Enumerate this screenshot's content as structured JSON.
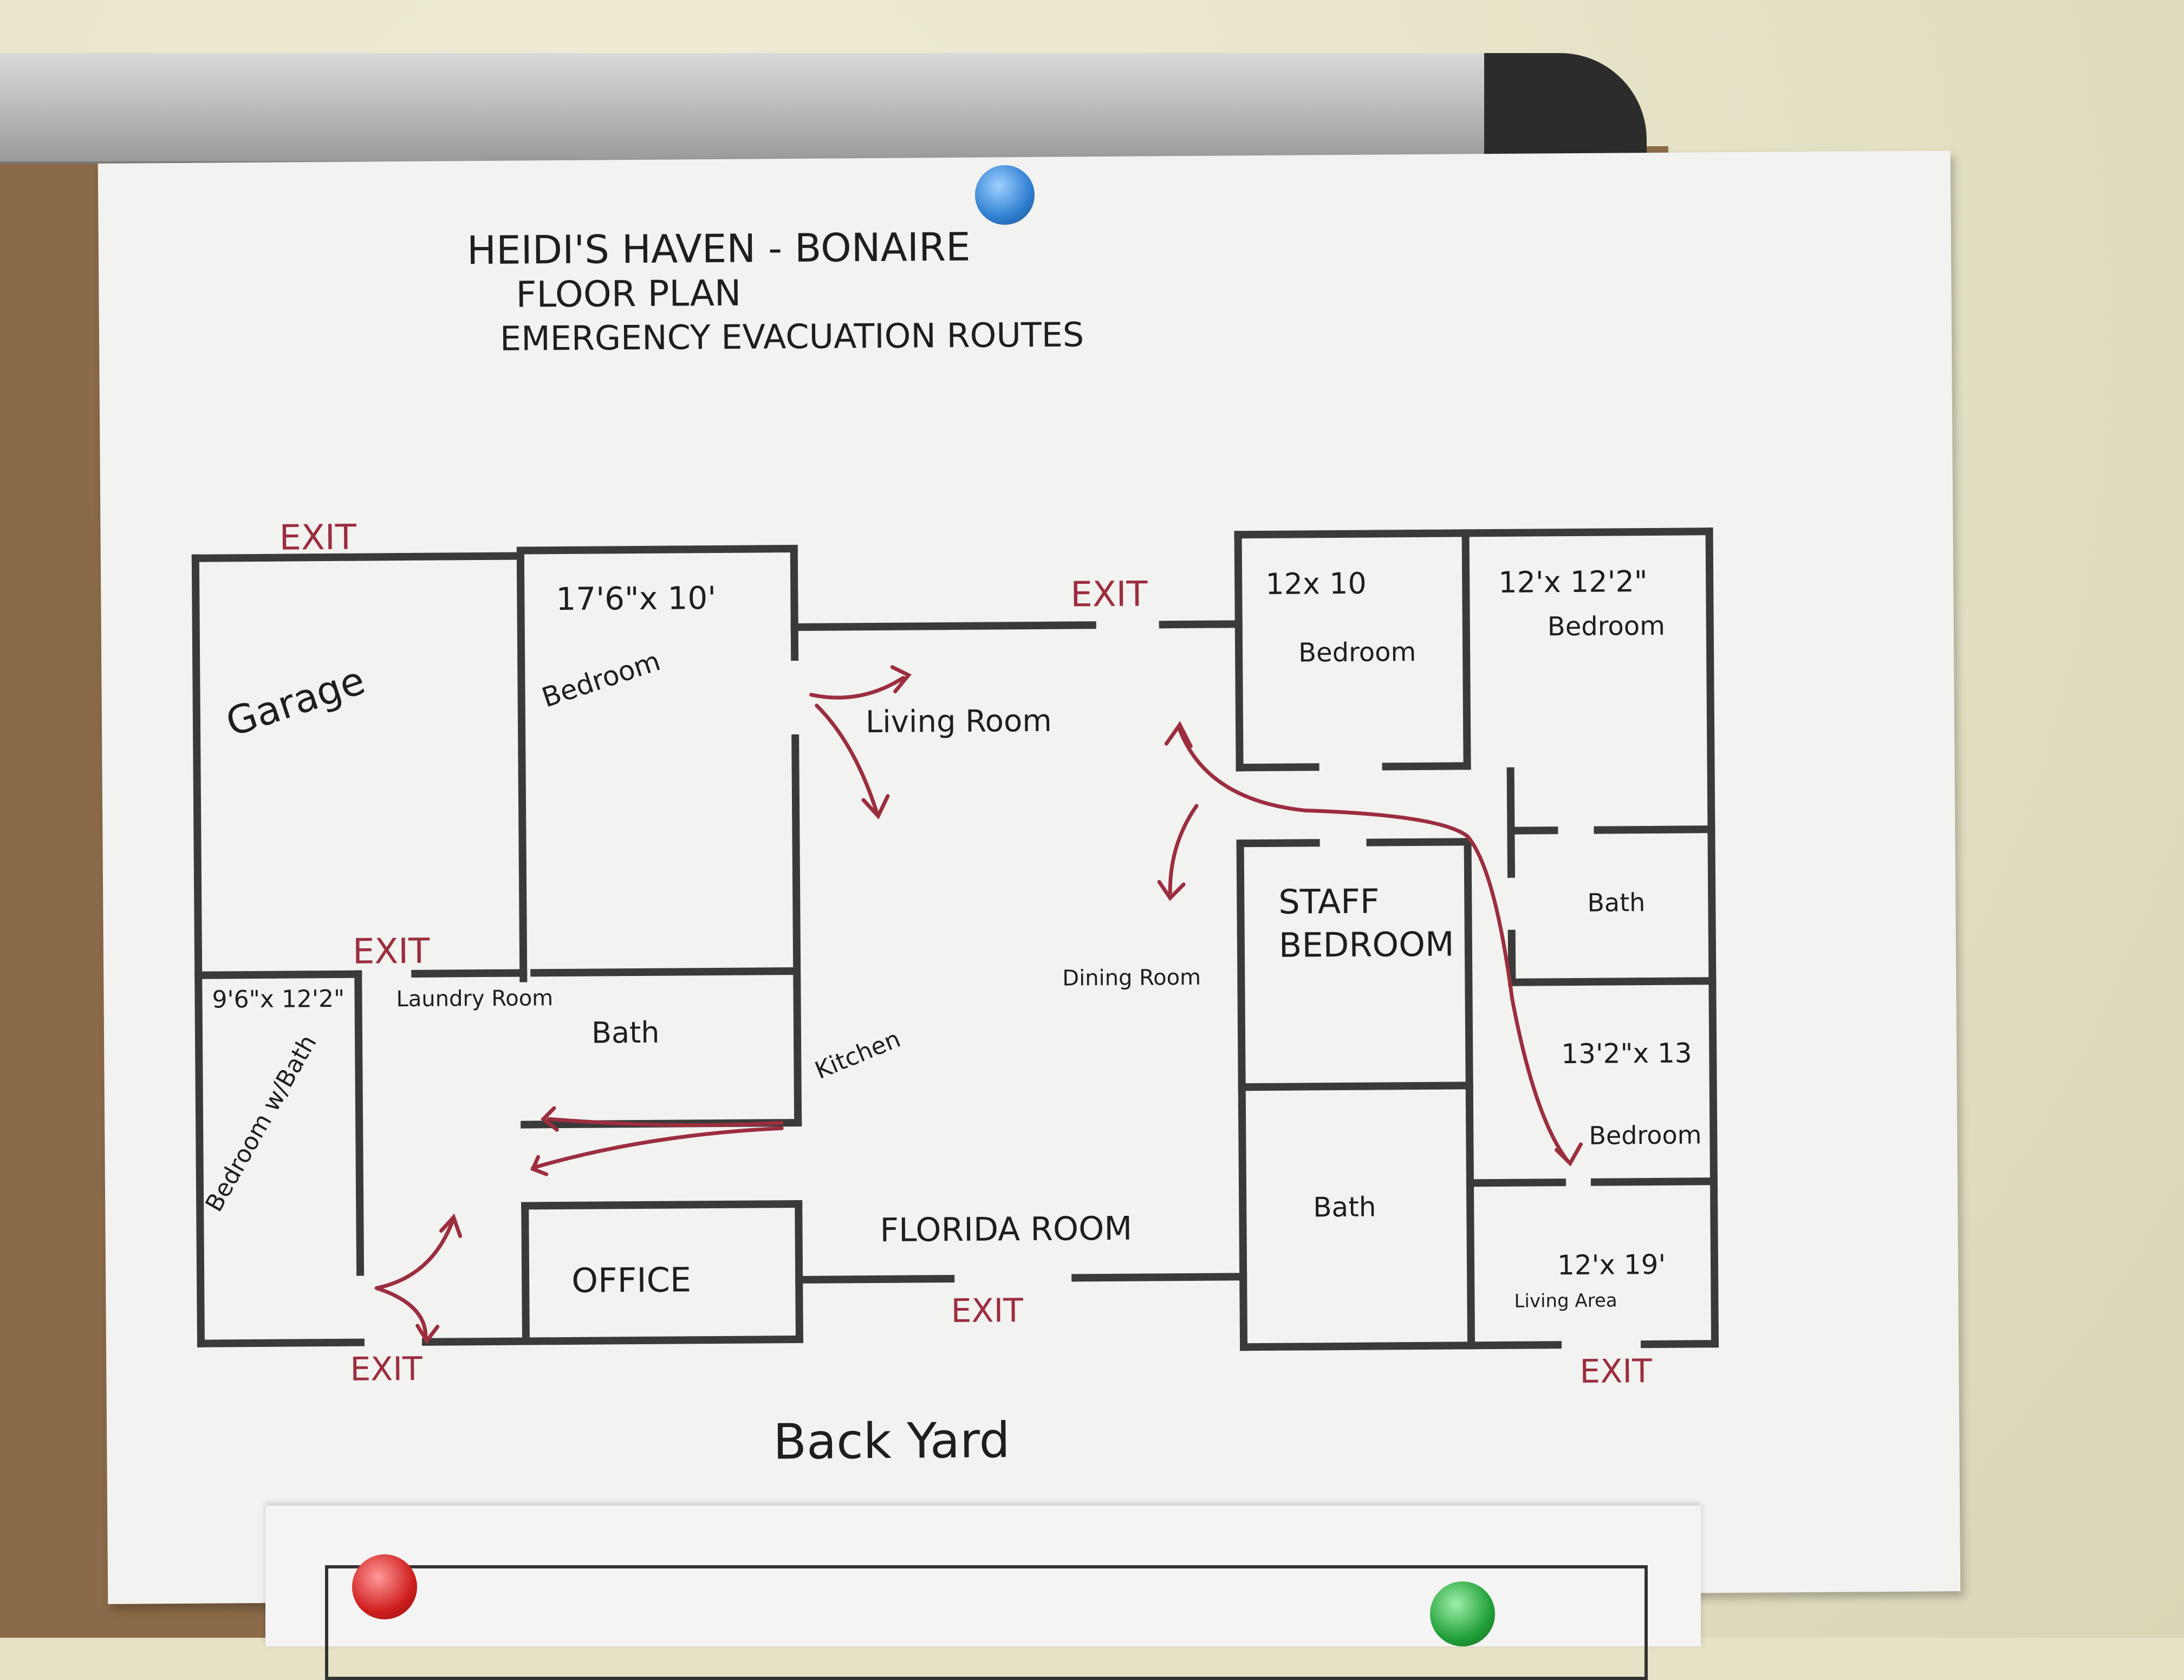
{
  "title": {
    "line1": "HEIDI'S HAVEN - BONAIRE",
    "line2": "FLOOR PLAN",
    "line3": "EMERGENCY EVACUATION ROUTES"
  },
  "rooms": {
    "garage": "Garage",
    "bedroom_main": "Bedroom",
    "bedroom_main_size": "17'6\"x 10'",
    "bath_main": "Bath",
    "laundry": "Laundry Room",
    "bedroom_bath_size": "9'6\"x 12'2\"",
    "bedroom_bath": "Bedroom w/Bath",
    "office": "OFFICE",
    "living_room": "Living Room",
    "kitchen": "Kitchen",
    "dining_room": "Dining Room",
    "florida_room": "FLORIDA ROOM",
    "bedroom_nw_size": "12x 10",
    "bedroom_nw": "Bedroom",
    "bedroom_ne_size": "12'x 12'2\"",
    "bedroom_ne": "Bedroom",
    "bath_e": "Bath",
    "staff_bedroom_line1": "STAFF",
    "staff_bedroom_line2": "BEDROOM",
    "bath_staff": "Bath",
    "bedroom_se_size": "13'2\"x 13",
    "bedroom_se": "Bedroom",
    "living_area_size": "12'x 19'",
    "living_area": "Living Area",
    "back_yard": "Back Yard"
  },
  "exits": {
    "exit_top_garage": "EXIT",
    "exit_laundry": "EXIT",
    "exit_bottom_left": "EXIT",
    "exit_top_middle": "EXIT",
    "exit_florida": "EXIT",
    "exit_bottom_right": "EXIT"
  },
  "colors": {
    "ink": "#1e1e1e",
    "exit_red": "#9b2e3e",
    "paper": "#f2f2f0",
    "pin_blue": "#2f7fd0",
    "pin_red": "#d01f1f",
    "pin_green": "#22a03a"
  }
}
